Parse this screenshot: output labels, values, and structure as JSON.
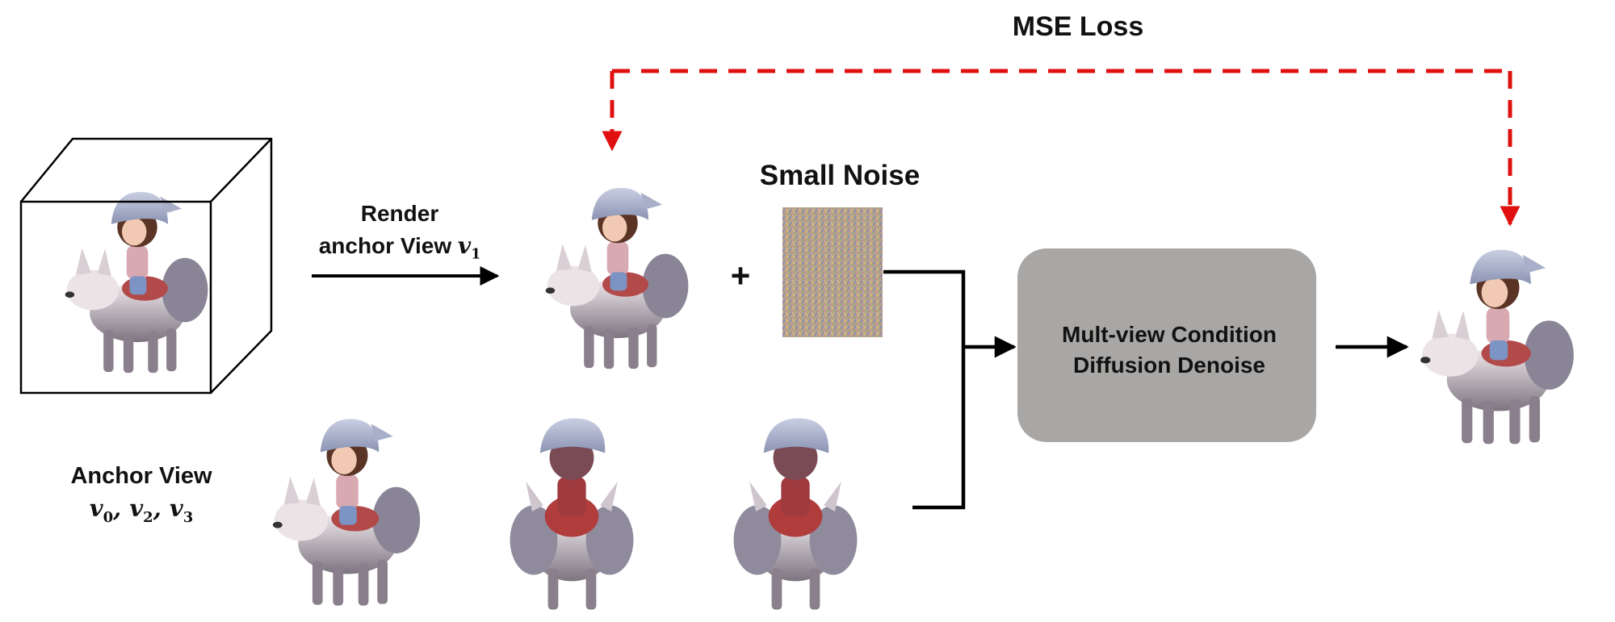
{
  "loss_label": "MSE Loss",
  "render": {
    "line1": "Render",
    "line2": "anchor View",
    "var": "v",
    "sub": "1"
  },
  "noise_label": "Small Noise",
  "plus": "+",
  "denoise": {
    "line1": "Mult-view Condition",
    "line2": "Diffusion Denoise"
  },
  "anchor": {
    "title": "Anchor View",
    "vars": [
      {
        "v": "v",
        "s": "0"
      },
      {
        "v": "v",
        "s": "2"
      },
      {
        "v": "v",
        "s": "3"
      }
    ]
  },
  "colors": {
    "loss_arrow": "#e01010",
    "box_fill": "#a9a7a5",
    "arrow": "#000000"
  },
  "icons": [
    "character-on-wolf-in-cube",
    "character-rendered-front",
    "noise-patch",
    "character-view-0",
    "character-view-2",
    "character-view-3",
    "character-denoised-output"
  ]
}
